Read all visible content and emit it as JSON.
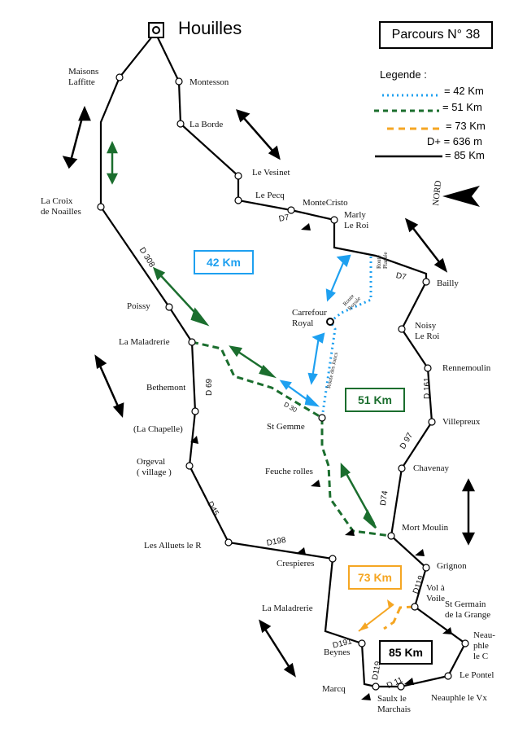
{
  "title": {
    "start_town": "Houilles",
    "route": "Parcours N° 38"
  },
  "legend": {
    "heading": "Legende :",
    "items": [
      {
        "label": "= 42 Km",
        "color": "#1ea0f0",
        "style": "dotted"
      },
      {
        "label": "= 51 Km",
        "color": "#1b6e2e",
        "style": "dashed"
      },
      {
        "label": "= 73 Km",
        "color": "#f5a623",
        "style": "dashed"
      },
      {
        "label": "D+ = 636 m",
        "color": "",
        "style": "none"
      },
      {
        "label": "= 85 Km",
        "color": "#000000",
        "style": "solid"
      }
    ]
  },
  "distance_boxes": {
    "d42": "42 Km",
    "d51": "51 Km",
    "d73": "73 Km",
    "d85": "85 Km"
  },
  "compass": "NORD",
  "places": {
    "maisons_laffitte": "Maisons\nLaffitte",
    "montesson": "Montesson",
    "la_borde": "La Borde",
    "le_vesinet": "Le Vesinet",
    "le_pecq": "Le Pecq",
    "montecristo": "MonteCristo",
    "marly_le_roi": "Marly\nLe Roi",
    "bailly": "Bailly",
    "noisy_le_roi": "Noisy\nLe Roi",
    "rennemoulin": "Rennemoulin",
    "villepreux": "Villepreux",
    "chavenay": "Chavenay",
    "mort_moulin": "Mort Moulin",
    "grignon": "Grignon",
    "vol_a_voile": "Vol à\nVoile",
    "st_germain_grange": "St Germain\nde la Grange",
    "neauphle_le_c": "Neau-\nphle\nle C",
    "le_pontel": "Le Pontel",
    "neauphle_le_vx": "Neauphle le Vx",
    "saulx_marchais": "Saulx le\nMarchais",
    "marcq": "Marcq",
    "beynes": "Beynes",
    "la_maladrerie_south": "La Maladrerie",
    "crespieres": "Crespieres",
    "les_alluets": "Les Alluets le R",
    "orgeval": "Orgeval\n( village )",
    "la_chapelle": "(La Chapelle)",
    "bethemont": "Bethemont",
    "la_maladrerie_north": "La Maladrerie",
    "poissy": "Poissy",
    "la_croix_noailles": "La Croix\nde Noailles",
    "carrefour_royal": "Carrefour\nRoyal",
    "st_gemme": "St Gemme",
    "feuche_rolles": "Feuche rolles"
  },
  "roads": {
    "d7_a": "D7",
    "d7_b": "D7",
    "d308": "D 308",
    "d69": "D 69",
    "d45": "D45",
    "d198": "D198",
    "d161": "D 161",
    "d97": "D 97",
    "d74": "D74",
    "d119_a": "D119",
    "d191": "D191",
    "d119_b": "D119",
    "d11": "D 11",
    "d30": "D 30",
    "route_plantee": "Route\nPlantée",
    "route_royale": "Route\nRoyale",
    "route_des_joncs": "Route des Joncs"
  }
}
